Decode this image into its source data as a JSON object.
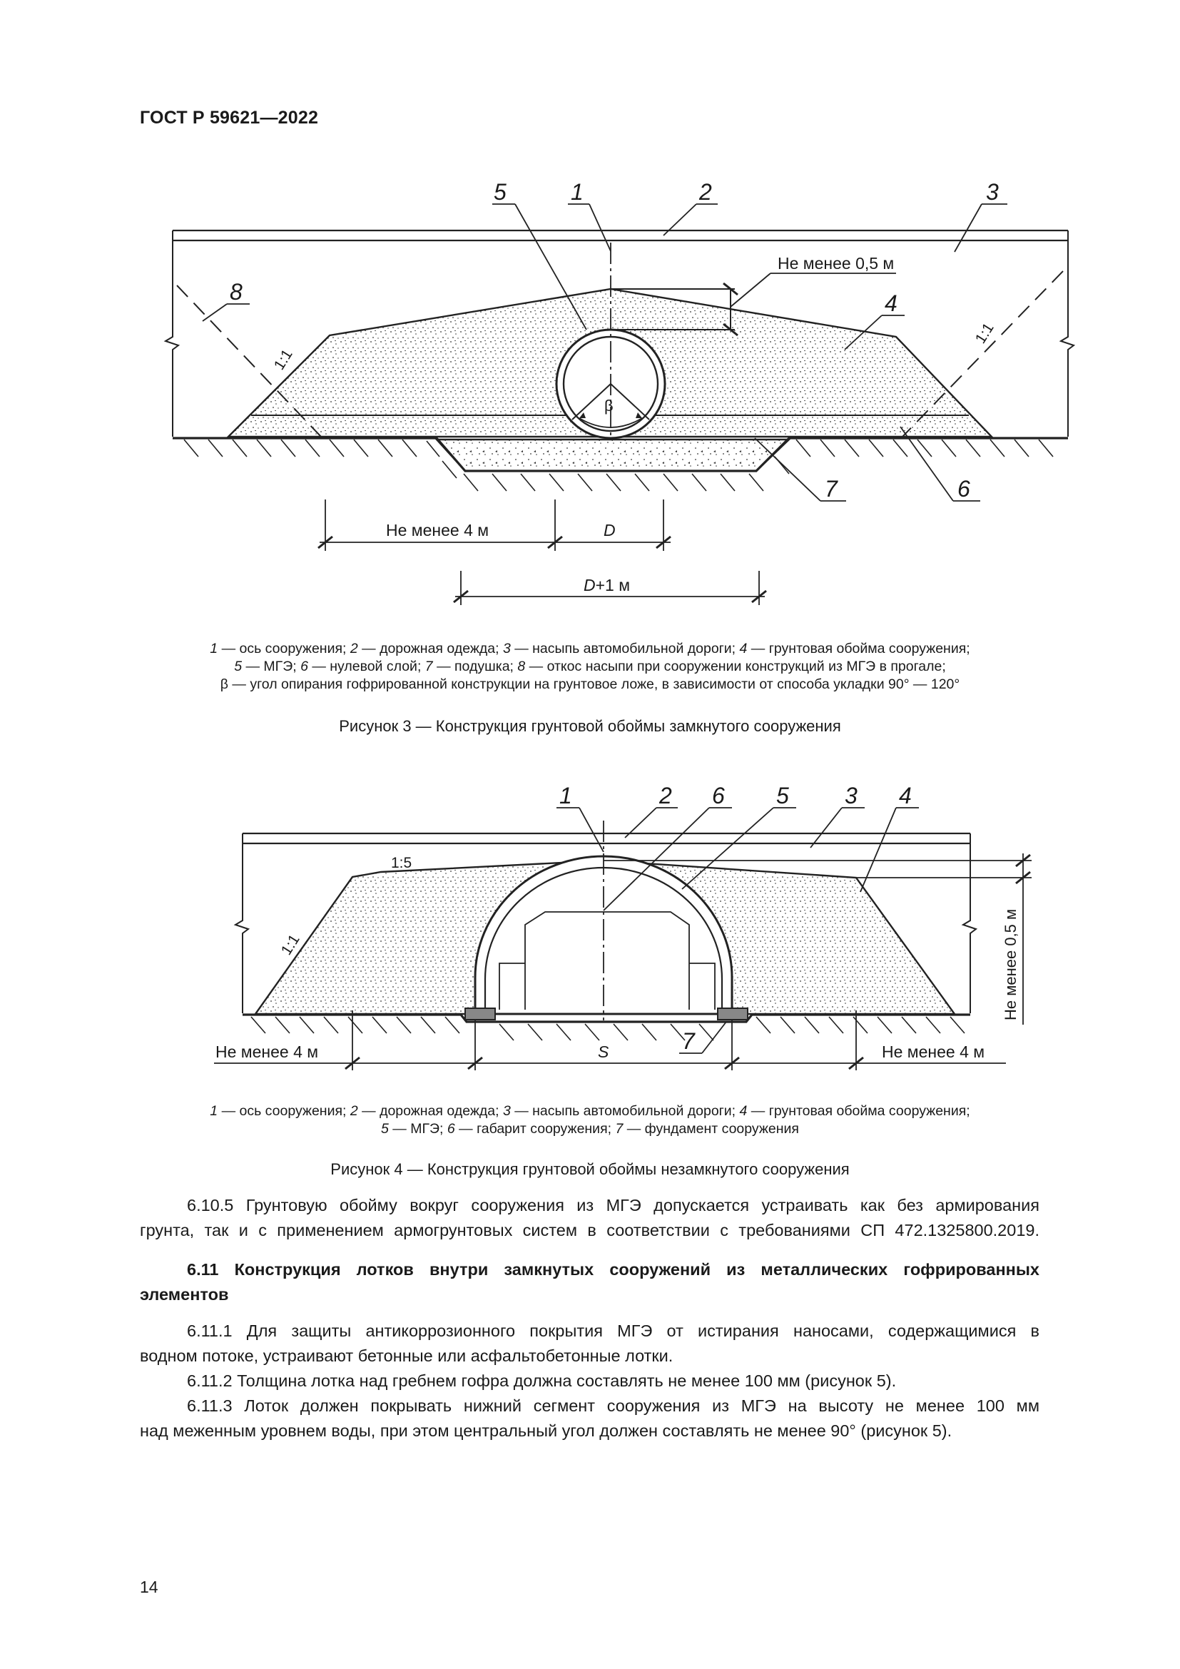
{
  "header": {
    "doc_code": "ГОСТ Р 59621—2022"
  },
  "figure3": {
    "labels": [
      "5",
      "1",
      "2",
      "3",
      "8",
      "4",
      "7",
      "6"
    ],
    "dim_min_cover": "Не менее 0,5 м",
    "dim_min_4m": "Не менее 4 м",
    "dim_D": "D",
    "dim_D_plus_prefix": "D",
    "dim_D_plus_suffix": "+1 м",
    "slope_left": "1:1",
    "slope_right": "1:1",
    "beta": "β",
    "legend": [
      {
        "n": "1",
        "t": " — ось сооружения; "
      },
      {
        "n": "2",
        "t": " — дорожная одежда; "
      },
      {
        "n": "3",
        "t": " — насыпь автомобильной дороги; "
      },
      {
        "n": "4",
        "t": " — грунтовая обойма сооружения;"
      },
      {
        "n": "5",
        "t": " — МГЭ; "
      },
      {
        "n": "6",
        "t": " — нулевой слой; "
      },
      {
        "n": "7",
        "t": " — подушка; "
      },
      {
        "n": "8",
        "t": " — откос насыпи при сооружении конструкций из МГЭ в прогале;"
      }
    ],
    "legend_beta": "β — угол опирания гофрированной конструкции на грунтовое ложе, в зависимости от способа укладки 90° — 120°",
    "caption": "Рисунок 3 — Конструкция грунтовой обоймы замкнутого сооружения"
  },
  "figure4": {
    "labels": [
      "1",
      "2",
      "6",
      "5",
      "3",
      "4",
      "7"
    ],
    "slope_top": "1:5",
    "slope_left": "1:1",
    "dim_min_cover": "Не менее 0,5 м",
    "dim_left": "Не менее 4 м",
    "dim_S": "S",
    "dim_right": "Не менее 4 м",
    "legend_line1": [
      {
        "n": "1",
        "t": " — ось сооружения; "
      },
      {
        "n": "2",
        "t": " — дорожная одежда; "
      },
      {
        "n": "3",
        "t": " — насыпь автомобильной дороги; "
      },
      {
        "n": "4",
        "t": " — грунтовая обойма сооружения;"
      }
    ],
    "legend_line2": [
      {
        "n": "5",
        "t": " — МГЭ; "
      },
      {
        "n": "6",
        "t": " — габарит сооружения; "
      },
      {
        "n": "7",
        "t": " — фундамент сооружения"
      }
    ],
    "caption": "Рисунок 4 — Конструкция грунтовой обоймы незамкнутого сооружения"
  },
  "text": {
    "p_6_10_5_l1": "6.10.5 Грунтовую обойму вокруг сооружения из МГЭ допускается устраивать как без армирования",
    "p_6_10_5_l2": "грунта, так и с применением армогрунтовых систем в соответствии с требованиями СП 472.1325800.2019.",
    "h_6_11_l1": "6.11 Конструкция лотков внутри замкнутых сооружений из металлических гофрированных",
    "h_6_11_l2": "элементов",
    "p_6_11_1_l1": "6.11.1 Для защиты антикоррозионного покрытия МГЭ от истирания наносами, содержащимися в",
    "p_6_11_1_l2": "водном потоке, устраивают бетонные или асфальтобетонные лотки.",
    "p_6_11_2": "6.11.2 Толщина лотка над гребнем гофра должна составлять не менее 100 мм (рисунок 5).",
    "p_6_11_3_l1": "6.11.3 Лоток должен покрывать нижний сегмент сооружения из МГЭ на высоту не менее 100 мм",
    "p_6_11_3_l2": "над меженным уровнем воды, при этом центральный угол должен составлять не менее 90° (рисунок 5)."
  },
  "page_number": "14"
}
